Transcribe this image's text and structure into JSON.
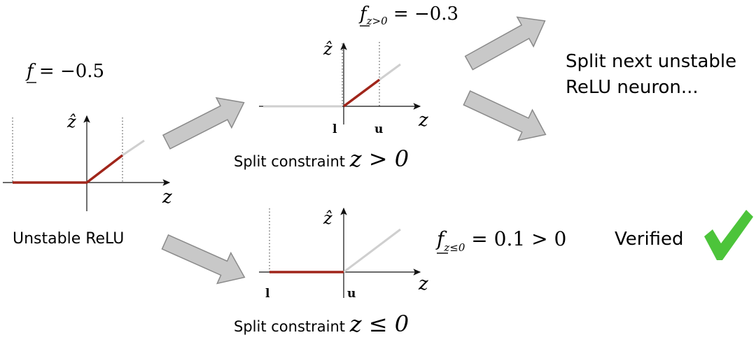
{
  "left_panel": {
    "bound_label": "f = −0.5",
    "bound_sym": "f",
    "bound_rest": " = −0.5",
    "axis_y": "ẑ",
    "axis_x": "z",
    "caption": "Unstable ReLU"
  },
  "top_panel": {
    "bound_sym": "f",
    "bound_sub": "z>0",
    "bound_rest": " = −0.3",
    "axis_y": "ẑ",
    "axis_x": "z",
    "tick_l": "l",
    "tick_u": "u",
    "caption_text": "Split constraint ",
    "caption_math": "z > 0"
  },
  "bottom_panel": {
    "axis_y": "ẑ",
    "axis_x": "z",
    "tick_l": "l",
    "tick_u": "u",
    "caption_text": "Split constraint ",
    "caption_math": "z ≤ 0"
  },
  "right_side": {
    "next_line1": "Split next unstable",
    "next_line2": "ReLU neuron...",
    "bound_sym": "f",
    "bound_sub": "z≤0",
    "bound_rest": " = 0.1 > 0",
    "verified_label": "Verified"
  },
  "colors": {
    "relu_active": "#a0251a",
    "relu_inactive": "#cfcfcf",
    "arrow_fill": "#c8c8c8",
    "arrow_stroke": "#8a8a8a",
    "check": "#4cc43a"
  },
  "icons": {
    "check": "checkmark-icon",
    "arrow": "block-arrow-icon"
  }
}
